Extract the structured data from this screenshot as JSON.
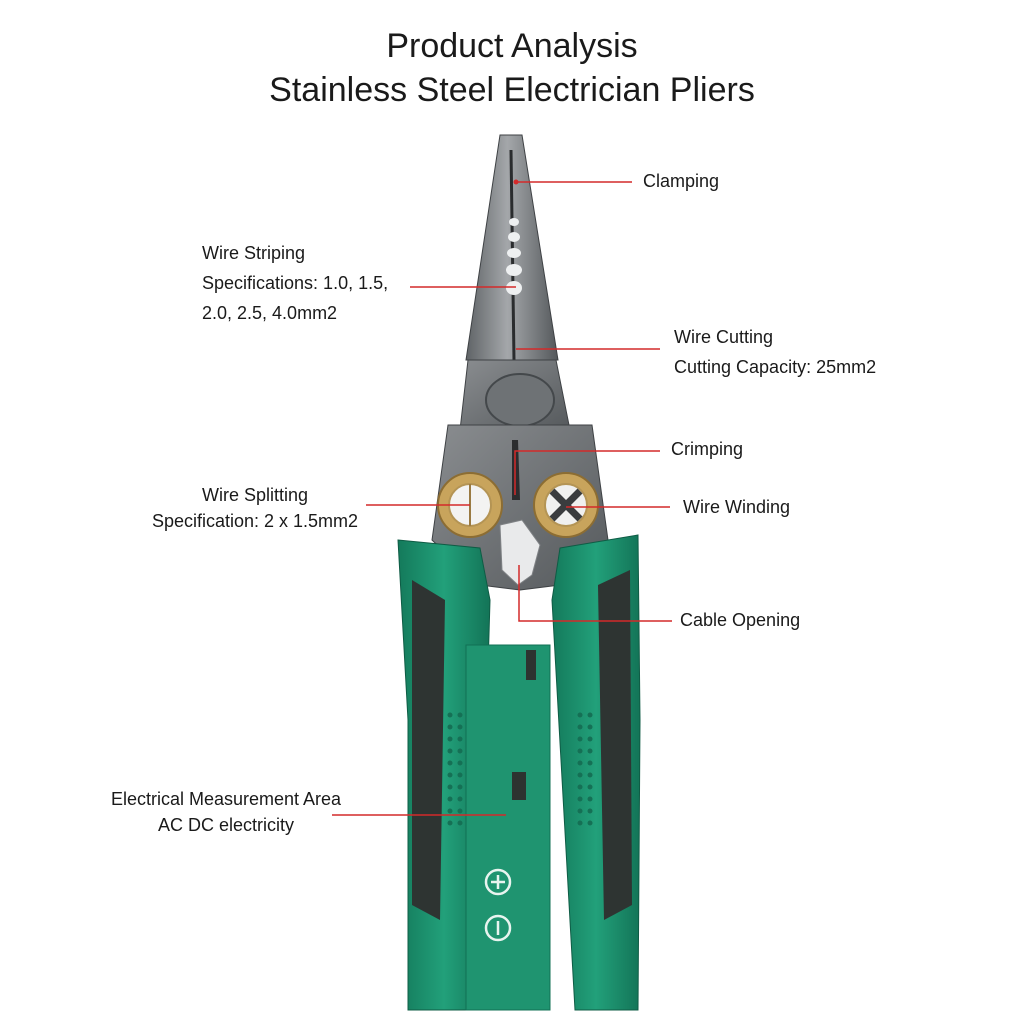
{
  "header": {
    "title_line1": "Product Analysis",
    "title_line2": "Stainless Steel Electrician Pliers"
  },
  "callouts": {
    "clamping": "Clamping",
    "wire_striping": {
      "line1": "Wire Striping",
      "line2": "Specifications: 1.0, 1.5,",
      "line3": "2.0, 2.5, 4.0mm2"
    },
    "wire_cutting": {
      "line1": "Wire Cutting",
      "line2": "Cutting Capacity: 25mm2"
    },
    "crimping": "Crimping",
    "wire_splitting": {
      "line1": "Wire Splitting",
      "line2": "Specification: 2 x 1.5mm2"
    },
    "wire_winding": "Wire Winding",
    "cable_opening": "Cable Opening",
    "measurement": {
      "line1": "Electrical Measurement Area",
      "line2": "AC DC electricity"
    }
  },
  "colors": {
    "callout_line": "#d42a2a",
    "handle_green": "#1e8c6a",
    "handle_dark": "#2e3432",
    "steel": "#7d8083",
    "brass": "#c8a45c"
  },
  "icons": [
    "plus-circle-icon",
    "minus-circle-icon"
  ]
}
